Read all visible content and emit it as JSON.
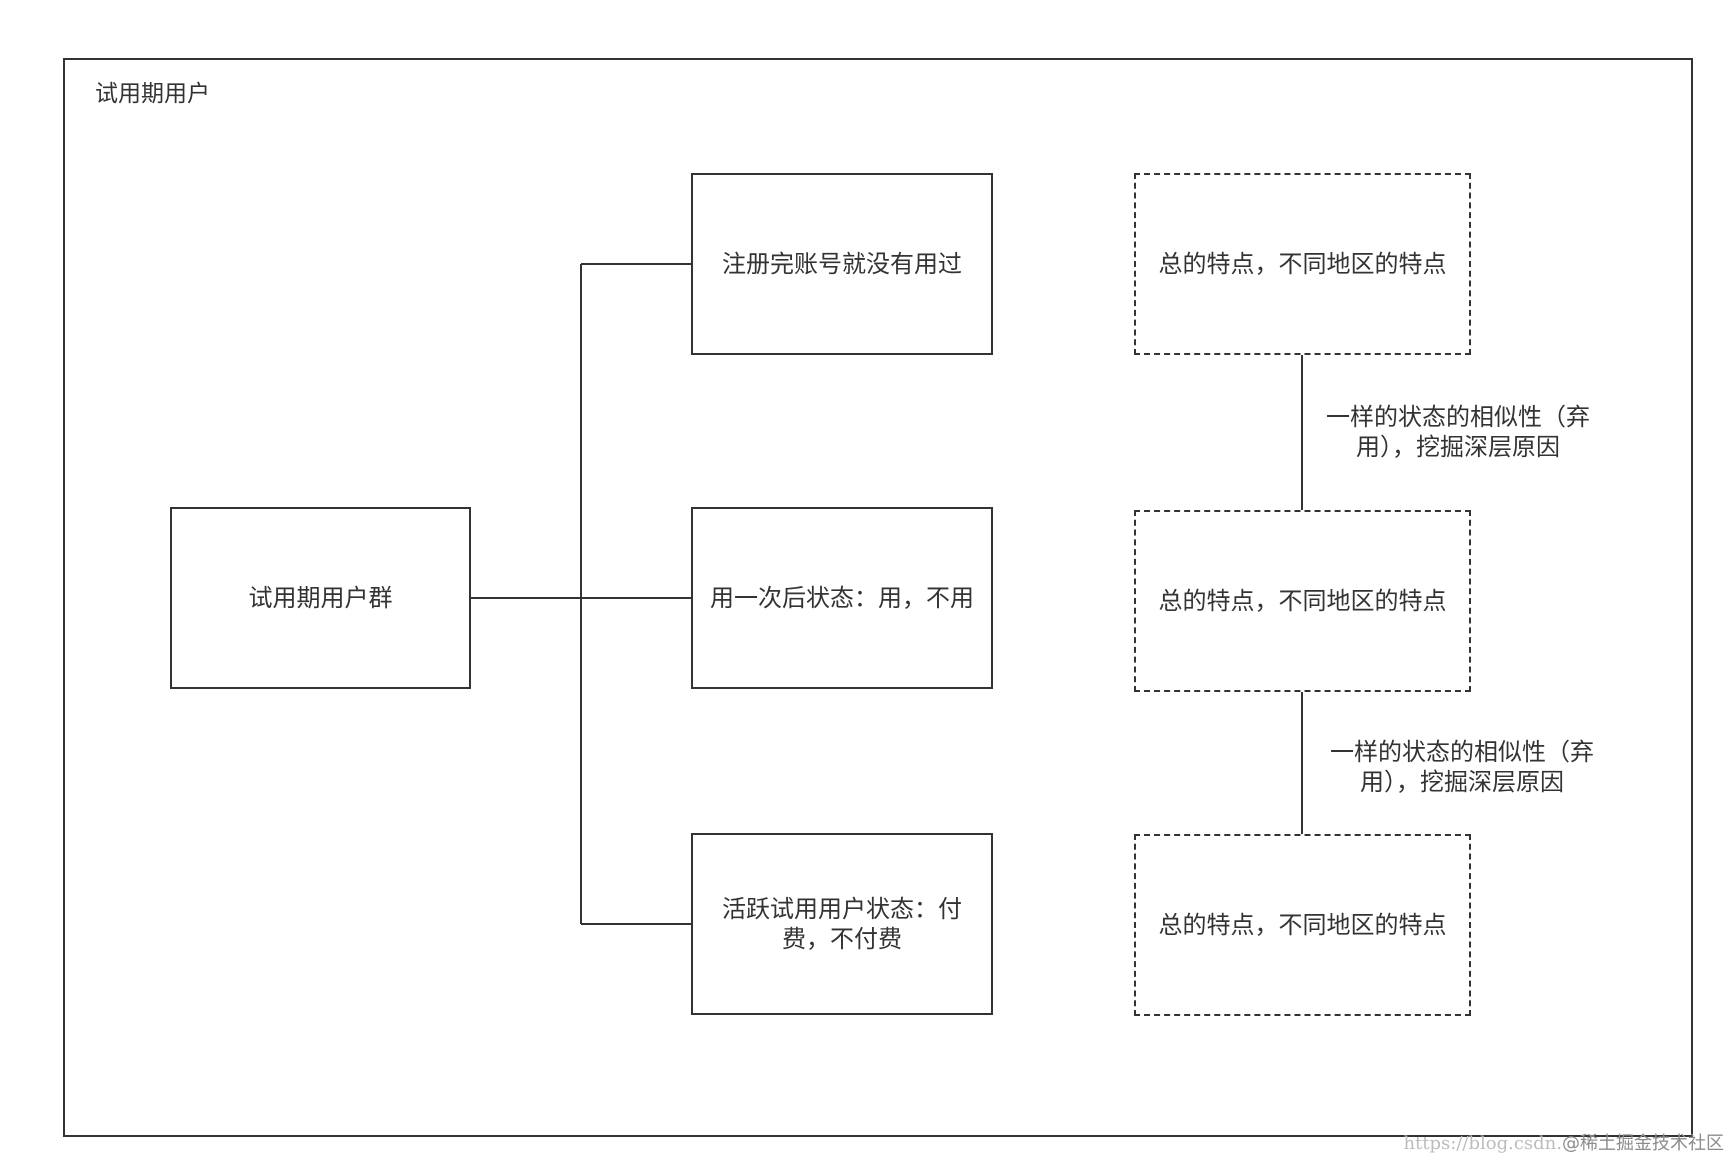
{
  "frame": {
    "title": "试用期用户"
  },
  "nodes": {
    "root": "试用期用户群",
    "registered_unused": "注册完账号就没有用过",
    "used_once": "用一次后状态：用，不用",
    "active_trial": "活跃试用用户状态：付费，不付费",
    "traits_1": "总的特点，不同地区的特点",
    "traits_2": "总的特点，不同地区的特点",
    "traits_3": "总的特点，不同地区的特点"
  },
  "edge_labels": {
    "similarity_1": "一样的状态的相似性（弃用），挖掘深层原因",
    "similarity_2": "一样的状态的相似性（弃用），挖掘深层原因"
  },
  "watermark": {
    "url": "https://blog.csdn.",
    "brand": "@稀土掘金技术社区"
  }
}
